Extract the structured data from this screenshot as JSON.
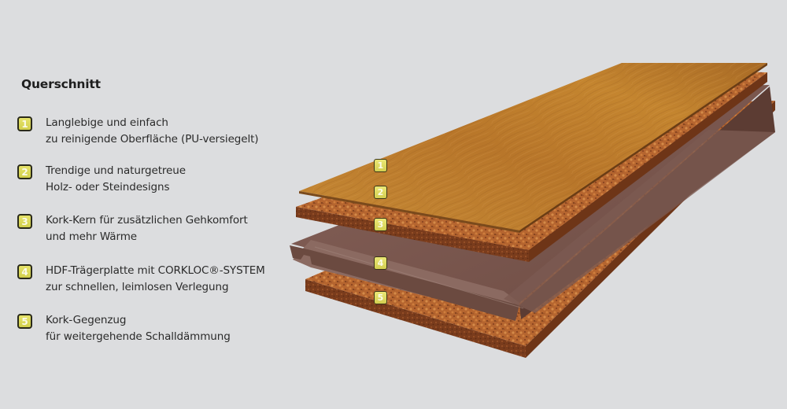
{
  "title": "Querschnitt",
  "legend": [
    {
      "number": "1",
      "line1": "Langlebige und einfach",
      "line2": "zu reinigende Oberfläche (PU-versiegelt)"
    },
    {
      "number": "2",
      "line1": "Trendige und naturgetreue",
      "line2": "Holz- oder Steindesigns"
    },
    {
      "number": "3",
      "line1": "Kork-Kern für zusätzlichen Gehkomfort",
      "line2": "und mehr Wärme"
    },
    {
      "number": "4",
      "line1": "HDF-Trägerplatte mit CORKLOC®-SYSTEM",
      "line2": "zur schnellen, leimlosen Verlegung"
    },
    {
      "number": "5",
      "line1": "Kork-Gegenzug",
      "line2": "für weitergehende Schalldämmung"
    }
  ],
  "diagram": {
    "markers": [
      "1",
      "2",
      "3",
      "4",
      "5"
    ],
    "layers": [
      "wood-veneer-surface",
      "cork-core",
      "hdf-carrier-board",
      "cork-backing"
    ]
  },
  "colors": {
    "background": "#dcdddf",
    "badge": "#dcd95c",
    "wood": "#c8862f",
    "cork": "#b86a35",
    "hdf": "#7a5548"
  }
}
